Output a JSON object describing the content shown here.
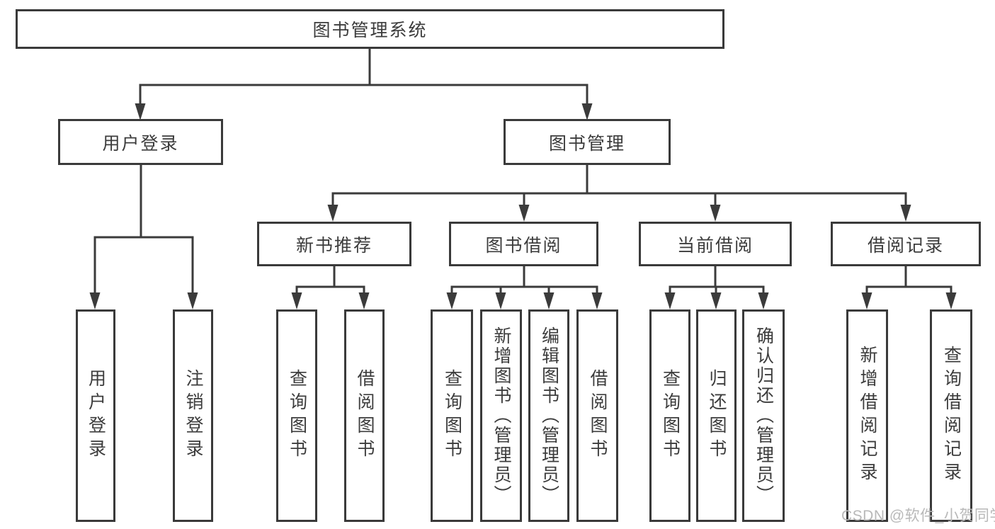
{
  "diagram": {
    "root": {
      "label": "图书管理系统"
    },
    "branches": [
      {
        "label": "用户登录",
        "children": [
          {
            "label": "用户登录"
          },
          {
            "label": "注销登录"
          }
        ]
      },
      {
        "label": "图书管理",
        "sections": [
          {
            "label": "新书推荐",
            "children": [
              {
                "label": "查询图书"
              },
              {
                "label": "借阅图书"
              }
            ]
          },
          {
            "label": "图书借阅",
            "children": [
              {
                "label": "查询图书"
              },
              {
                "label": "新增图书（管理员）"
              },
              {
                "label": "编辑图书（管理员）"
              },
              {
                "label": "借阅图书"
              }
            ]
          },
          {
            "label": "当前借阅",
            "children": [
              {
                "label": "查询图书"
              },
              {
                "label": "归还图书"
              },
              {
                "label": "确认归还（管理员）"
              }
            ]
          },
          {
            "label": "借阅记录",
            "children": [
              {
                "label": "新增借阅记录"
              },
              {
                "label": "查询借阅记录"
              }
            ]
          }
        ]
      }
    ]
  },
  "watermark": {
    "text": "CSDN @软件_小贺同学"
  },
  "colors": {
    "line": "#3b3b3b",
    "box_border": "#3a3a3a",
    "text": "#3c3c3c",
    "watermark": "#b9b9b9",
    "background": "#ffffff"
  }
}
